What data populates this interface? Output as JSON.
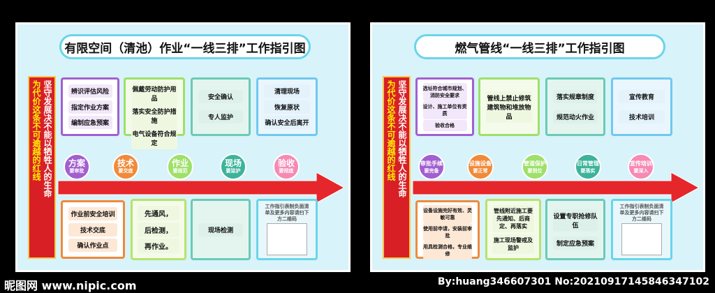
{
  "board1": {
    "title": "有限空间（清池）作业“一线三排”工作指引图",
    "banner_col1": "为代价这条不可逾越的红线",
    "banner_col2": "坚守发展决不能以牺牲人的生命",
    "top_boxes": [
      {
        "items": [
          "辨识评估风险",
          "指定作业方案",
          "编制应急预案"
        ]
      },
      {
        "items": [
          "佩戴劳动防护用品",
          "落实安全防护措施",
          "电气设备符合规定"
        ]
      },
      {
        "items": [
          "安全确认",
          "专人监护"
        ]
      },
      {
        "items": [
          "清理现场",
          "恢复原状",
          "确认安全后离开"
        ]
      }
    ],
    "nodes": [
      {
        "big": "方案",
        "small": "要审批"
      },
      {
        "big": "技术",
        "small": "要交底"
      },
      {
        "big": "作业",
        "small": "要规范"
      },
      {
        "big": "现场",
        "small": "要监护"
      },
      {
        "big": "验收",
        "small": "要彻底"
      }
    ],
    "bottom_boxes": [
      {
        "items": [
          "作业前安全培训",
          "技术交底",
          "确认作业点"
        ]
      },
      {
        "items": [
          "先通风，",
          "后检测，",
          "再作业。"
        ]
      },
      {
        "items": [
          "现场检测"
        ]
      }
    ],
    "qr_text": "工作指引表制负面清单及更多内容请扫下方二维码"
  },
  "board2": {
    "title": "燃气管线“一线三排”工作指引图",
    "banner_col1": "为代价这条不可逾越的红线",
    "banner_col2": "坚守发展决不能以牺牲人的生命",
    "top_boxes": [
      {
        "items": [
          "选址符合城市规划、消防安全要求",
          "设计、施工单位有资质",
          "验收合格"
        ]
      },
      {
        "items": [
          "管线上禁止修筑建筑物和堆放物品"
        ]
      },
      {
        "items": [
          "落实规章制度",
          "规范动火作业"
        ]
      },
      {
        "items": [
          "宣传教育",
          "技术培训"
        ]
      }
    ],
    "nodes": [
      {
        "big": "审批手续",
        "small": "要完备"
      },
      {
        "big": "设施设备",
        "small": "要正常"
      },
      {
        "big": "管道保护",
        "small": "要到位"
      },
      {
        "big": "日常管理",
        "small": "要落实"
      },
      {
        "big": "宣传培训",
        "small": "要深入"
      }
    ],
    "bottom_boxes": [
      {
        "items": [
          "设备设施完好有效、灵敏可靠",
          "使用前申请，安装前审批",
          "用具检测合格，专业维修"
        ]
      },
      {
        "items": [
          "管线附近施工要先通知、后商定、再落实",
          "施工现场警戒及监护"
        ]
      },
      {
        "items": [
          "设置专职抢修队伍",
          "制定应急预案"
        ]
      }
    ],
    "qr_text": "工作指引表制负面清单及更多内容请扫下方二维码"
  },
  "footer": {
    "left": "昵图网 www.nipic.com",
    "right": "By:huang346607301 No:20210917145846347102"
  }
}
